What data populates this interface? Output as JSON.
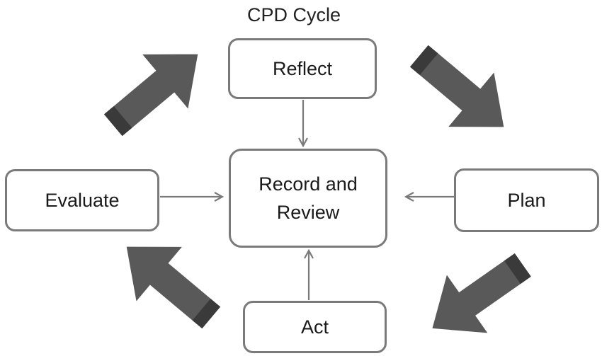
{
  "diagram": {
    "title": "CPD Cycle",
    "nodes": {
      "reflect": "Reflect",
      "evaluate": "Evaluate",
      "center": "Record and\nReview",
      "plan": "Plan",
      "act": "Act"
    },
    "colors": {
      "box_border": "#7a7a7a",
      "connector": "#7a7a7a",
      "big_arrow_fill": "#595959",
      "big_arrow_tail": "#3a3a3a"
    },
    "cycle_arrows": [
      "evaluate-to-reflect",
      "reflect-to-plan",
      "plan-to-act",
      "act-to-evaluate"
    ],
    "connectors": [
      "reflect-to-center",
      "evaluate-to-center",
      "plan-to-center",
      "act-to-center"
    ]
  }
}
